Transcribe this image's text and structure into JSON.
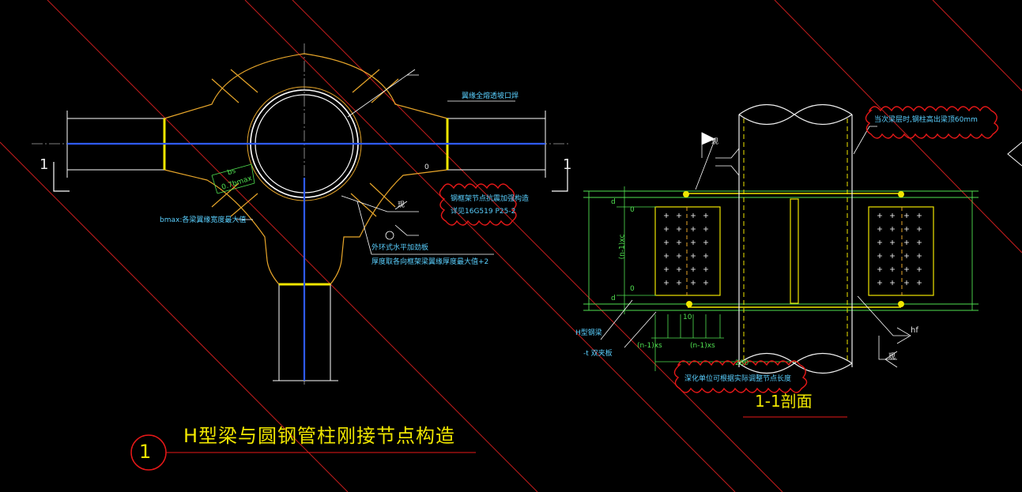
{
  "drawing": {
    "detail_number": "1",
    "title": "H型梁与圆钢管柱刚接节点构造",
    "section_label": "1-1剖面",
    "plan": {
      "cut_mark_left": "1",
      "cut_mark_right": "1",
      "bs_label": "bs",
      "bmax_label": "0.7bmax",
      "bmax_note": "bmax:各梁翼缘宽度最大值",
      "weld_note": "翼缘全熔透坡口焊",
      "stiffener_ref_1": "钢框架节点抗震加强构造",
      "stiffener_ref_2": "详见16G519 P25-2",
      "ring_plate_note_1": "外环式水平加劲板",
      "ring_plate_note_2": "厚度取各向框架梁翼缘厚度最大值+2",
      "weld_mark": "现",
      "weld_size": "0"
    },
    "section": {
      "tube_note": "当次梁层时,钢柱高出梁顶60mm",
      "beam_note": "H型钢梁",
      "plate_note": "-t 双夹板",
      "d_top": "d",
      "d_bot": "d",
      "pitch_label": "(n-1)xc",
      "e1": "0",
      "e2": "0",
      "xs_left": "(n-1)xs",
      "xs_right": "(n-1)xs",
      "gap": "10",
      "dim_280": "280",
      "bolt_note": "深化单位可根据实际调整节点长度",
      "hf_label": "hf",
      "weld_mark": "现",
      "flag_mark": "现"
    }
  }
}
